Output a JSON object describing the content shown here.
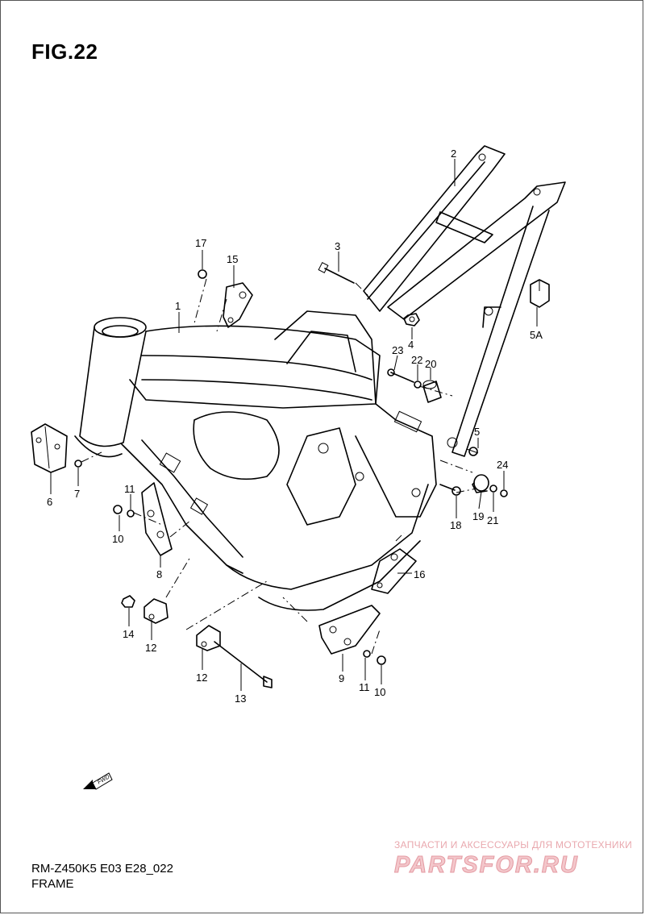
{
  "figure": {
    "title": "FIG.22"
  },
  "callouts": [
    {
      "id": "1",
      "label": "1"
    },
    {
      "id": "2",
      "label": "2"
    },
    {
      "id": "3",
      "label": "3"
    },
    {
      "id": "4",
      "label": "4"
    },
    {
      "id": "5",
      "label": "5"
    },
    {
      "id": "5A",
      "label": "5A"
    },
    {
      "id": "6",
      "label": "6"
    },
    {
      "id": "7",
      "label": "7"
    },
    {
      "id": "8",
      "label": "8"
    },
    {
      "id": "9",
      "label": "9"
    },
    {
      "id": "10a",
      "label": "10"
    },
    {
      "id": "10b",
      "label": "10"
    },
    {
      "id": "11a",
      "label": "11"
    },
    {
      "id": "11b",
      "label": "11"
    },
    {
      "id": "12a",
      "label": "12"
    },
    {
      "id": "12b",
      "label": "12"
    },
    {
      "id": "13",
      "label": "13"
    },
    {
      "id": "14",
      "label": "14"
    },
    {
      "id": "15",
      "label": "15"
    },
    {
      "id": "16",
      "label": "16"
    },
    {
      "id": "17",
      "label": "17"
    },
    {
      "id": "18",
      "label": "18"
    },
    {
      "id": "19",
      "label": "19"
    },
    {
      "id": "20",
      "label": "20"
    },
    {
      "id": "21",
      "label": "21"
    },
    {
      "id": "22",
      "label": "22"
    },
    {
      "id": "23",
      "label": "23"
    },
    {
      "id": "24",
      "label": "24"
    }
  ],
  "footer": {
    "diagram_code": "RM-Z450K5 E03 E28_022",
    "section_name": "FRAME"
  },
  "fwd_icon": {
    "label": "FWD",
    "icon": "forward-arrow-icon"
  },
  "watermark": {
    "tagline": "ЗАПЧАСТИ И АКСЕССУАРЫ ДЛЯ МОТОТЕХНИКИ",
    "logo": "PARTSFOR.RU",
    "color": "#e49aa2"
  }
}
